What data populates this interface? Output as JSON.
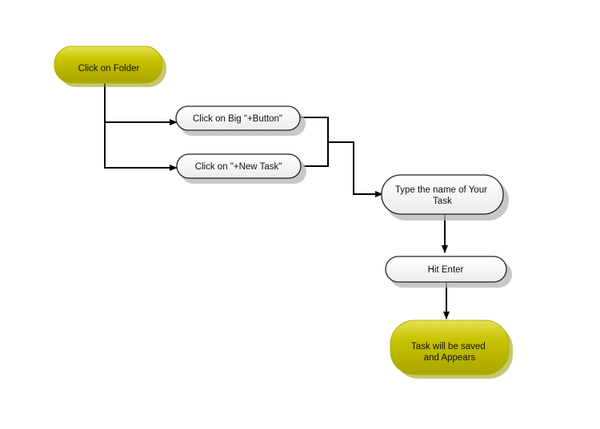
{
  "colors": {
    "terminal_fill": "#c8c400",
    "terminal_highlight": "#e6e25a",
    "terminal_shadow": "#8f8c00",
    "process_fill": "#ffffff",
    "process_stroke": "#222222",
    "connector": "#000000",
    "text": "#111111"
  },
  "nodes": {
    "start": {
      "lines": [
        "Click on Folder"
      ]
    },
    "big_plus": {
      "lines": [
        "Click on Big \"+Button\""
      ]
    },
    "new_task": {
      "lines": [
        "Click on \"+New Task\""
      ]
    },
    "type_name": {
      "lines": [
        "Type the name of Your",
        "Task"
      ]
    },
    "hit_enter": {
      "lines": [
        "Hit Enter"
      ]
    },
    "end": {
      "lines": [
        "Task will be saved",
        "and Appears"
      ]
    }
  }
}
